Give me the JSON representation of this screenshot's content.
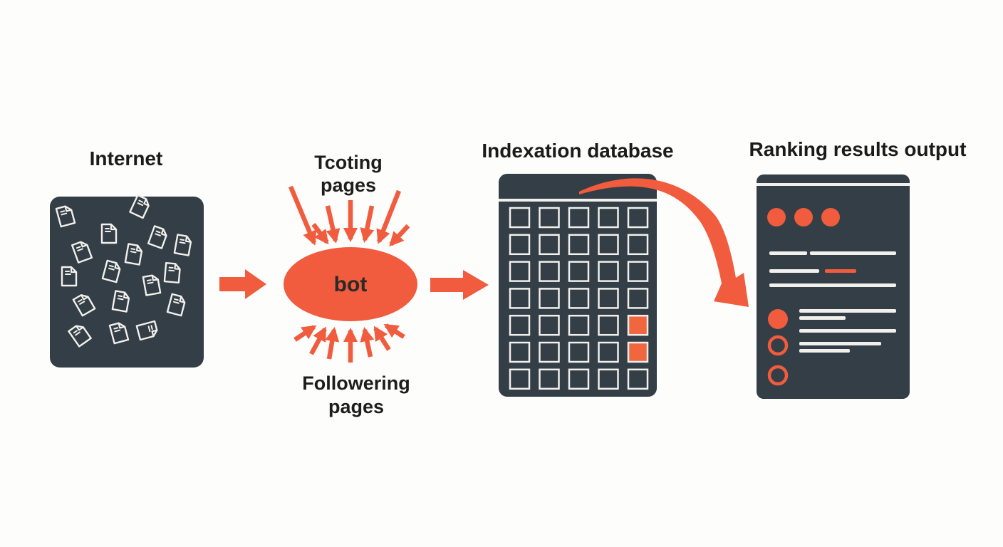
{
  "diagram": {
    "colors": {
      "accent": "#F15B3E",
      "accent_soft": "#F2663F",
      "panel_dark": "#333E46",
      "stroke_white": "#F2F0EC",
      "background": "#fdfdfc",
      "title_text": "#1b1b1b"
    },
    "internet": {
      "title": "Internet",
      "icon": "document-icon",
      "document_count": 17
    },
    "crawler": {
      "top_label_line1": "Tcoting",
      "top_label_line2": "pages",
      "bot_label": "bot",
      "bottom_label_line1": "Followering",
      "bottom_label_line2": "pages",
      "incoming_arrows_top": 7,
      "incoming_arrows_bottom": 7
    },
    "index_db": {
      "title": "Indexation database",
      "grid_cols": 5,
      "grid_rows": 7,
      "highlighted_cells": [
        {
          "col": 5,
          "row": 5
        },
        {
          "col": 5,
          "row": 6
        }
      ]
    },
    "ranking": {
      "title": "Ranking results output",
      "browser_dot_count": 3,
      "results": [
        {
          "bullet": "filled-circle",
          "line_count": 2
        },
        {
          "bullet": "outlined-circle",
          "line_count": 2
        },
        {
          "bullet": "outlined-circle",
          "line_count": 0
        }
      ]
    }
  }
}
